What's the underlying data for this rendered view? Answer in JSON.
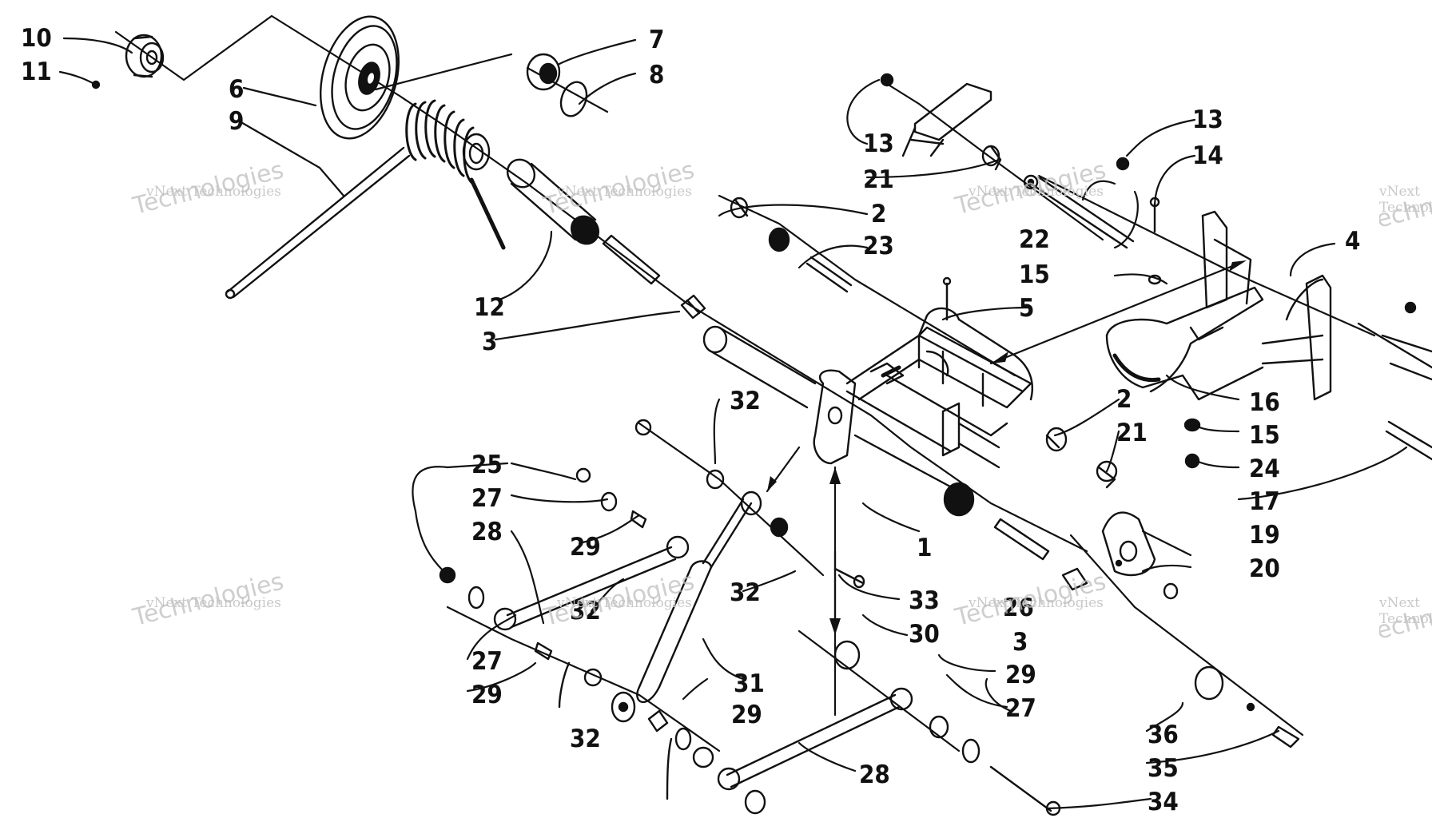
{
  "watermark": {
    "line1": "vNext Technologies",
    "line2": "Technologies"
  },
  "callouts": [
    {
      "id": "c10a",
      "text": "10"
    },
    {
      "id": "c11a",
      "text": "11"
    },
    {
      "id": "c6a",
      "text": "6"
    },
    {
      "id": "c9a",
      "text": "9"
    },
    {
      "id": "c7a",
      "text": "7"
    },
    {
      "id": "c8a",
      "text": "8"
    },
    {
      "id": "c12a",
      "text": "12"
    },
    {
      "id": "c3a",
      "text": "3"
    },
    {
      "id": "c13a",
      "text": "13"
    },
    {
      "id": "c21a",
      "text": "21"
    },
    {
      "id": "c2a",
      "text": "2"
    },
    {
      "id": "c23a",
      "text": "23"
    },
    {
      "id": "c22a",
      "text": "22"
    },
    {
      "id": "c15a",
      "text": "15"
    },
    {
      "id": "c5a",
      "text": "5"
    },
    {
      "id": "c13b",
      "text": "13"
    },
    {
      "id": "c14a",
      "text": "14"
    },
    {
      "id": "c4a",
      "text": "4"
    },
    {
      "id": "c16a",
      "text": "16"
    },
    {
      "id": "c15b",
      "text": "15"
    },
    {
      "id": "c24a",
      "text": "24"
    },
    {
      "id": "c17a",
      "text": "17"
    },
    {
      "id": "c2b",
      "text": "2"
    },
    {
      "id": "c21b",
      "text": "21"
    },
    {
      "id": "c32a",
      "text": "32"
    },
    {
      "id": "c25a",
      "text": "25"
    },
    {
      "id": "c27a",
      "text": "27"
    },
    {
      "id": "c28a",
      "text": "28"
    },
    {
      "id": "c29a",
      "text": "29"
    },
    {
      "id": "c1a",
      "text": "1"
    },
    {
      "id": "c19a",
      "text": "19"
    },
    {
      "id": "c20a",
      "text": "20"
    },
    {
      "id": "c32b",
      "text": "32"
    },
    {
      "id": "c33a",
      "text": "33"
    },
    {
      "id": "c26a",
      "text": "26"
    },
    {
      "id": "c3b",
      "text": "3"
    },
    {
      "id": "c32c",
      "text": "32"
    },
    {
      "id": "c30a",
      "text": "30"
    },
    {
      "id": "c27b",
      "text": "27"
    },
    {
      "id": "c29b",
      "text": "29"
    },
    {
      "id": "c31a",
      "text": "31"
    },
    {
      "id": "c29c",
      "text": "29"
    },
    {
      "id": "c27c",
      "text": "27"
    },
    {
      "id": "c29d",
      "text": "29"
    },
    {
      "id": "c32d",
      "text": "32"
    },
    {
      "id": "c28b",
      "text": "28"
    },
    {
      "id": "c36a",
      "text": "36"
    },
    {
      "id": "c35a",
      "text": "35"
    },
    {
      "id": "c34a",
      "text": "34"
    }
  ]
}
